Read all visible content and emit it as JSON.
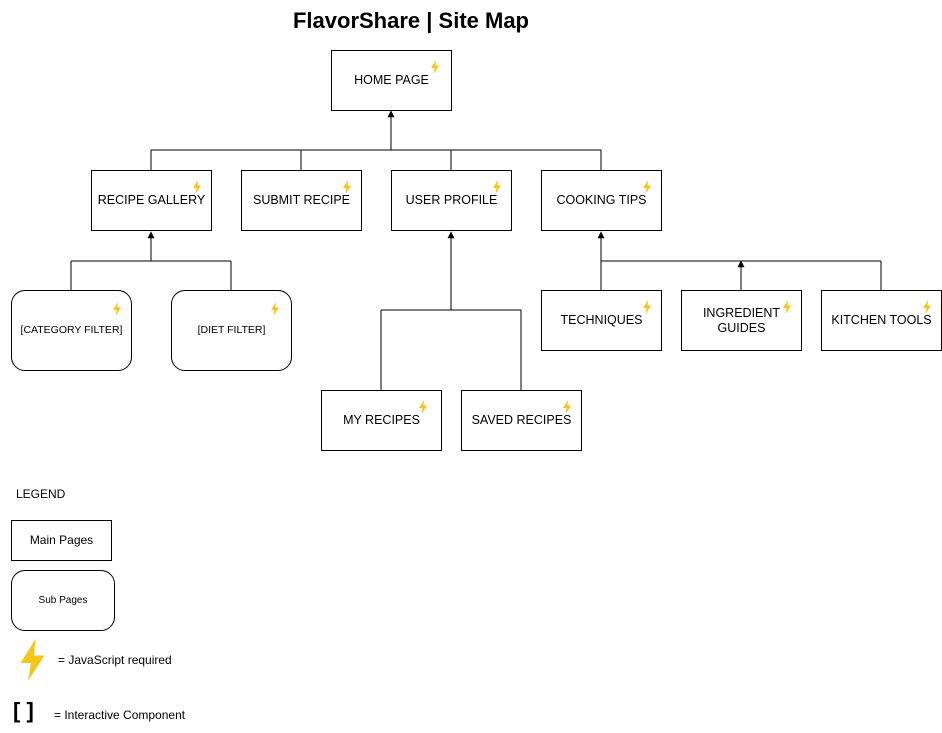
{
  "title": "FlavorShare | Site Map",
  "colors": {
    "bolt": "#f5c518",
    "stroke": "#000000"
  },
  "nodes": {
    "home": "HOME PAGE",
    "recipe_gallery": "RECIPE GALLERY",
    "submit_recipe": "SUBMIT RECIPE",
    "user_profile": "USER PROFILE",
    "cooking_tips": "COOKING TIPS",
    "category_filter": "[CATEGORY FILTER]",
    "diet_filter": "[DIET FILTER]",
    "my_recipes": "MY RECIPES",
    "saved_recipes": "SAVED RECIPES",
    "techniques": "TECHNIQUES",
    "ingredient_guides": "INGREDIENT GUIDES",
    "kitchen_tools": "KITCHEN TOOLS"
  },
  "legend": {
    "title": "LEGEND",
    "main_pages": "Main Pages",
    "sub_pages": "Sub Pages",
    "js_label": "= JavaScript required",
    "bracket_symbol": "[ ]",
    "interactive_label": "= Interactive Component"
  }
}
